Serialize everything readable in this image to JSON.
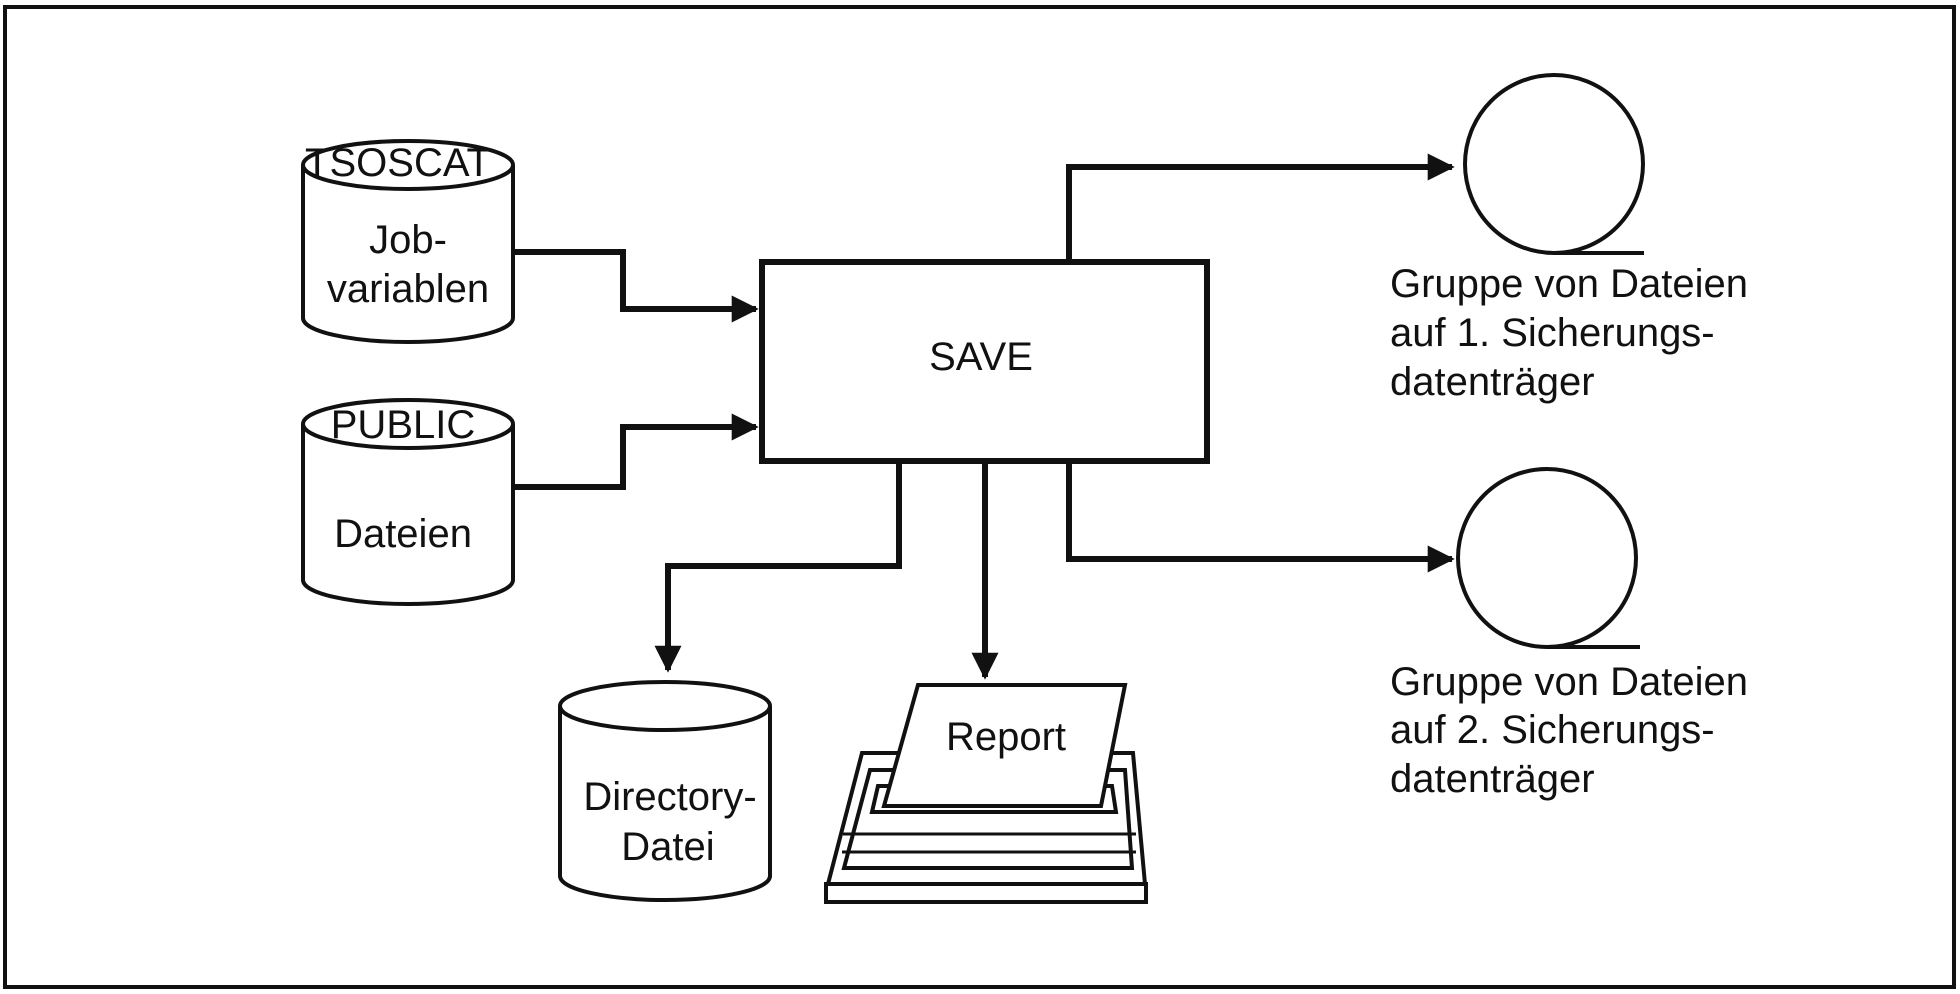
{
  "colors": {
    "line": "#111111",
    "background": "#ffffff"
  },
  "sources": {
    "tsoscat": {
      "title": "TSOSCAT",
      "line1": "Job-",
      "line2": "variablen"
    },
    "public": {
      "title": "PUBLIC",
      "line1": "Dateien"
    }
  },
  "process": {
    "label": "SAVE"
  },
  "outputs": {
    "directory": {
      "line1": "Directory-",
      "line2": "Datei"
    },
    "report": {
      "label": "Report"
    },
    "tape1": {
      "line1": "Gruppe von Dateien",
      "line2": "auf 1. Sicherungs-",
      "line3": "datenträger"
    },
    "tape2": {
      "line1": "Gruppe von Dateien",
      "line2": "auf 2. Sicherungs-",
      "line3": "datenträger"
    }
  }
}
